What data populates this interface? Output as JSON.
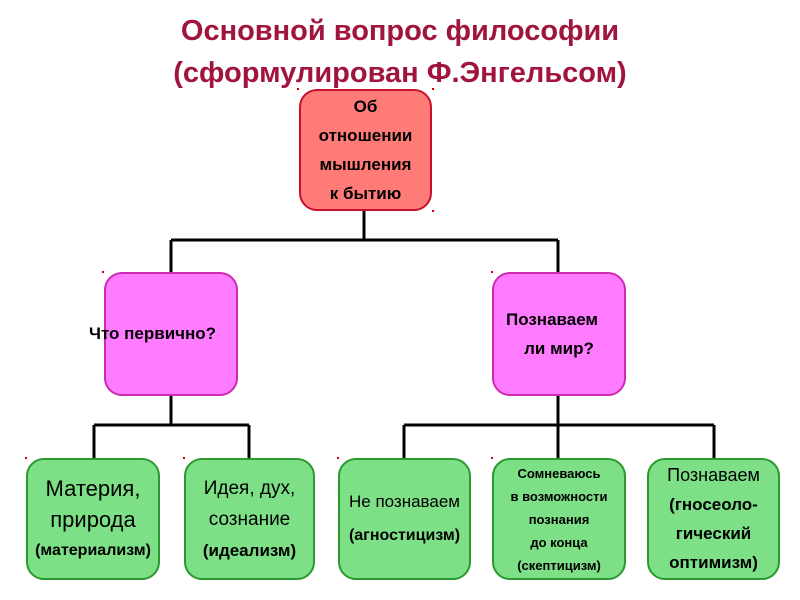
{
  "title": {
    "line1": "Основной вопрос философии",
    "line2": "(сформулирован Ф.Энгельсом)"
  },
  "root": {
    "lines": [
      "Об",
      "отношении",
      "мышления",
      "к бытию"
    ]
  },
  "questions": {
    "primary": {
      "text": "Что первично?"
    },
    "knowable": {
      "lines": [
        "Познаваем",
        "ли мир?"
      ]
    }
  },
  "answers": {
    "matter": {
      "lines": [
        "Материя,",
        "природа",
        "(материализм)"
      ]
    },
    "idea": {
      "lines": [
        "Идея, дух,",
        "сознание",
        "(идеализм)"
      ]
    },
    "agnostic": {
      "lines": [
        "Не познаваем",
        "(агностицизм)"
      ]
    },
    "skeptic": {
      "lines": [
        "Сомневаюсь",
        "в возможности",
        "познания",
        "до конца",
        "(скептицизм)"
      ]
    },
    "optimism": {
      "lines": [
        "Познаваем",
        "(гносеоло-",
        "гический",
        "оптимизм)"
      ]
    }
  },
  "colors": {
    "title": "#a0153e",
    "root_fill": "#ff7b78",
    "question_fill": "#ff7bff",
    "answer_fill": "#7ddf86",
    "connector": "#000000"
  }
}
